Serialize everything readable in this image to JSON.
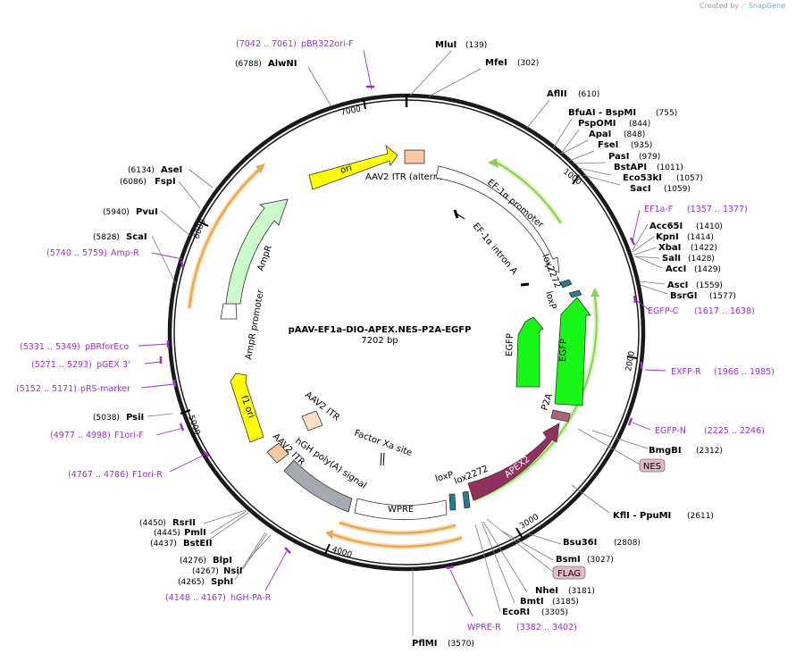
{
  "watermark": {
    "prefix": "Created by",
    "brand": "SnapGene"
  },
  "plasmid": {
    "name": "pAAV-EF1a-DIO-APEX.NES-P2A-EGFP",
    "size_label": "7202 bp",
    "length": 7202
  },
  "ticks": [
    {
      "label": "1000",
      "pos": 1000
    },
    {
      "label": "2000",
      "pos": 2000
    },
    {
      "label": "3000",
      "pos": 3000
    },
    {
      "label": "4000",
      "pos": 4000
    },
    {
      "label": "5000",
      "pos": 5000
    },
    {
      "label": "6000",
      "pos": 6000
    },
    {
      "label": "7000",
      "pos": 7000
    }
  ],
  "sites": [
    {
      "name": "MluI",
      "pos_label": "(139)",
      "pos": 139
    },
    {
      "name": "MfeI",
      "pos_label": "(302)",
      "pos": 302
    },
    {
      "name": "AflII",
      "pos_label": "(610)",
      "pos": 610
    },
    {
      "name": "BfuAI - BspMI",
      "pos_label": "(755)",
      "pos": 755
    },
    {
      "name": "PspOMI",
      "pos_label": "(844)",
      "pos": 844
    },
    {
      "name": "ApaI",
      "pos_label": "(848)",
      "pos": 848
    },
    {
      "name": "FseI",
      "pos_label": "(935)",
      "pos": 935
    },
    {
      "name": "PasI",
      "pos_label": "(979)",
      "pos": 979
    },
    {
      "name": "BstAPI",
      "pos_label": "(1011)",
      "pos": 1011
    },
    {
      "name": "Eco53kI",
      "pos_label": "(1057)",
      "pos": 1057
    },
    {
      "name": "SacI",
      "pos_label": "(1059)",
      "pos": 1059
    },
    {
      "name": "Acc65I",
      "pos_label": "(1410)",
      "pos": 1410
    },
    {
      "name": "KpnI",
      "pos_label": "(1414)",
      "pos": 1414
    },
    {
      "name": "XbaI",
      "pos_label": "(1422)",
      "pos": 1422
    },
    {
      "name": "SalI",
      "pos_label": "(1428)",
      "pos": 1428
    },
    {
      "name": "AccI",
      "pos_label": "(1429)",
      "pos": 1429
    },
    {
      "name": "AscI",
      "pos_label": "(1559)",
      "pos": 1559
    },
    {
      "name": "BsrGI",
      "pos_label": "(1577)",
      "pos": 1577
    },
    {
      "name": "BmgBI",
      "pos_label": "(2312)",
      "pos": 2312
    },
    {
      "name": "KflI - PpuMI",
      "pos_label": "(2611)",
      "pos": 2611
    },
    {
      "name": "Bsu36I",
      "pos_label": "(2808)",
      "pos": 2808
    },
    {
      "name": "BsmI",
      "pos_label": "(3027)",
      "pos": 3027
    },
    {
      "name": "NheI",
      "pos_label": "(3181)",
      "pos": 3181
    },
    {
      "name": "BmtI",
      "pos_label": "(3185)",
      "pos": 3185
    },
    {
      "name": "EcoRI",
      "pos_label": "(3305)",
      "pos": 3305
    },
    {
      "name": "PflMI",
      "pos_label": "(3570)",
      "pos": 3570
    },
    {
      "name": "SphI",
      "pos_label": "(4265)",
      "pos": 4265
    },
    {
      "name": "NsiI",
      "pos_label": "(4267)",
      "pos": 4267
    },
    {
      "name": "BlpI",
      "pos_label": "(4276)",
      "pos": 4276
    },
    {
      "name": "BstEII",
      "pos_label": "(4437)",
      "pos": 4437
    },
    {
      "name": "PmlI",
      "pos_label": "(4445)",
      "pos": 4445
    },
    {
      "name": "RsrII",
      "pos_label": "(4450)",
      "pos": 4450
    },
    {
      "name": "PsiI",
      "pos_label": "(5038)",
      "pos": 5038
    },
    {
      "name": "ScaI",
      "pos_label": "(5828)",
      "pos": 5828
    },
    {
      "name": "PvuI",
      "pos_label": "(5940)",
      "pos": 5940
    },
    {
      "name": "FspI",
      "pos_label": "(6086)",
      "pos": 6086
    },
    {
      "name": "AseI",
      "pos_label": "(6134)",
      "pos": 6134
    },
    {
      "name": "AlwNI",
      "pos_label": "(6788)",
      "pos": 6788
    }
  ],
  "primers": [
    {
      "name": "pBR322ori-F",
      "range": "(7042 .. 7061)"
    },
    {
      "name": "EF1a-F",
      "range": "(1357 .. 1377)"
    },
    {
      "name": "EGFP-C",
      "range": "(1617 .. 1638)"
    },
    {
      "name": "EXFP-R",
      "range": "(1966 .. 1985)"
    },
    {
      "name": "EGFP-N",
      "range": "(2225 .. 2246)"
    },
    {
      "name": "WPRE-R",
      "range": "(3382 .. 3402)"
    },
    {
      "name": "hGH-PA-R",
      "range": "(4148 .. 4167)"
    },
    {
      "name": "F1ori-R",
      "range": "(4767 .. 4786)"
    },
    {
      "name": "F1ori-F",
      "range": "(4977 .. 4998)"
    },
    {
      "name": "pRS-marker",
      "range": "(5152 .. 5171)"
    },
    {
      "name": "pGEX 3'",
      "range": "(5271 .. 5293)"
    },
    {
      "name": "pBRforEco",
      "range": "(5331 .. 5349)"
    },
    {
      "name": "Amp-R",
      "range": "(5740 .. 5759)"
    }
  ],
  "features": {
    "ori": "ori",
    "ampr": "AmpR",
    "ampr_promoter": "AmpR promoter",
    "f1_ori": "f1 ori",
    "aav2_itr_alt": "AAV2 ITR (alternate)",
    "aav2_itr_1": "AAV2 ITR",
    "aav2_itr_2": "AAV2 ITR",
    "ef1a_promoter": "EF-1α promoter",
    "ef1a_intron": "EF-1α intron A",
    "lox2272_a": "lox2272",
    "loxp_a": "loxP",
    "egfp_inner": "EGFP",
    "egfp_outer": "EGFP",
    "p2a": "P2A",
    "apex2": "APEX2",
    "loxp_b": "loxP",
    "lox2272_b": "lox2272",
    "wpre": "WPRE",
    "hgh_polya": "hGH poly(A) signal",
    "factor_xa": "Factor Xa site"
  },
  "tags": {
    "nes": "NES",
    "flag": "FLAG"
  },
  "colors": {
    "ori": "#ffff00",
    "ampr": "#ccf9cc",
    "itr": "#f9c8a0",
    "apex2": "#943060",
    "egfp": "#19f719",
    "lox": "#2b7b8c",
    "p2a": "#b0617e",
    "polya": "#a4aab0",
    "primer": "#9b30d0",
    "tag": "#e5b8c8",
    "orange_arc": "#e8a858",
    "green_arc": "#8fcd5a"
  }
}
